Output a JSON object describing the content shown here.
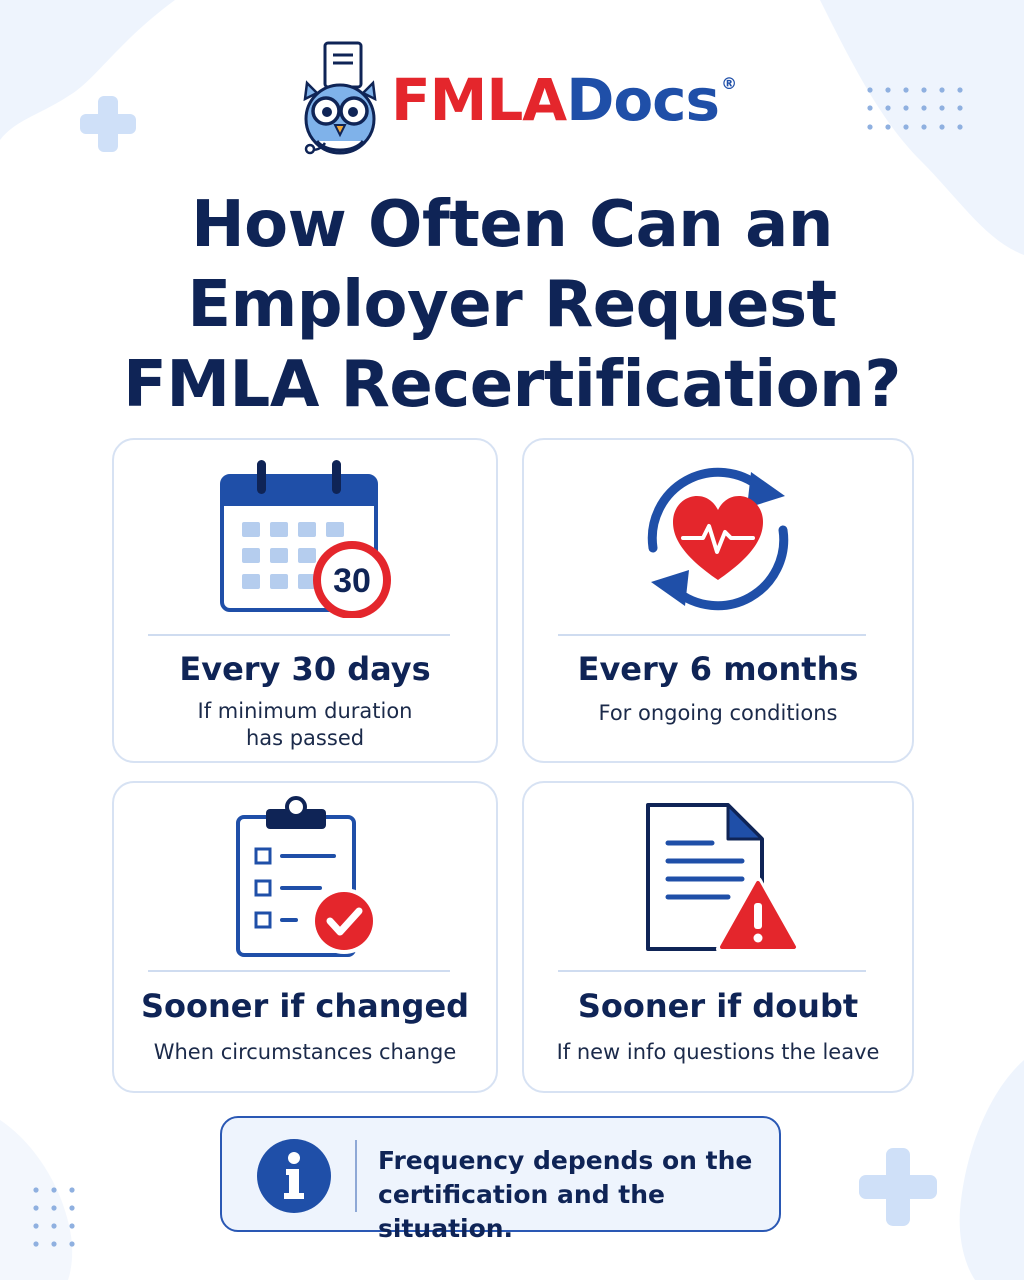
{
  "brand": {
    "name_part1": "FMLA",
    "name_part2": "Docs",
    "registered_mark": "®",
    "mascot_icon": "owl-doctor-icon"
  },
  "headline": {
    "line1": "How Often Can an",
    "line2": "Employer Request",
    "line3": "FMLA Recertification?"
  },
  "cards": [
    {
      "icon": "calendar-30-icon",
      "badge": "30",
      "title": "Every 30 days",
      "subtitle_line1": "If minimum duration",
      "subtitle_line2": "has passed"
    },
    {
      "icon": "heart-refresh-icon",
      "title": "Every 6 months",
      "subtitle_line1": "For ongoing conditions"
    },
    {
      "icon": "clipboard-check-icon",
      "title": "Sooner if changed",
      "subtitle_line1": "When circumstances change"
    },
    {
      "icon": "document-warning-icon",
      "title": "Sooner if doubt",
      "subtitle_line1": "If new info questions the leave"
    }
  ],
  "note": {
    "icon": "info-icon",
    "line1": "Frequency depends on the",
    "line2": "certification and the situation."
  },
  "colors": {
    "navy": "#0f2456",
    "brand_blue": "#1f4fa8",
    "brand_red": "#e4262c",
    "light_blue": "#cfe0f8"
  }
}
